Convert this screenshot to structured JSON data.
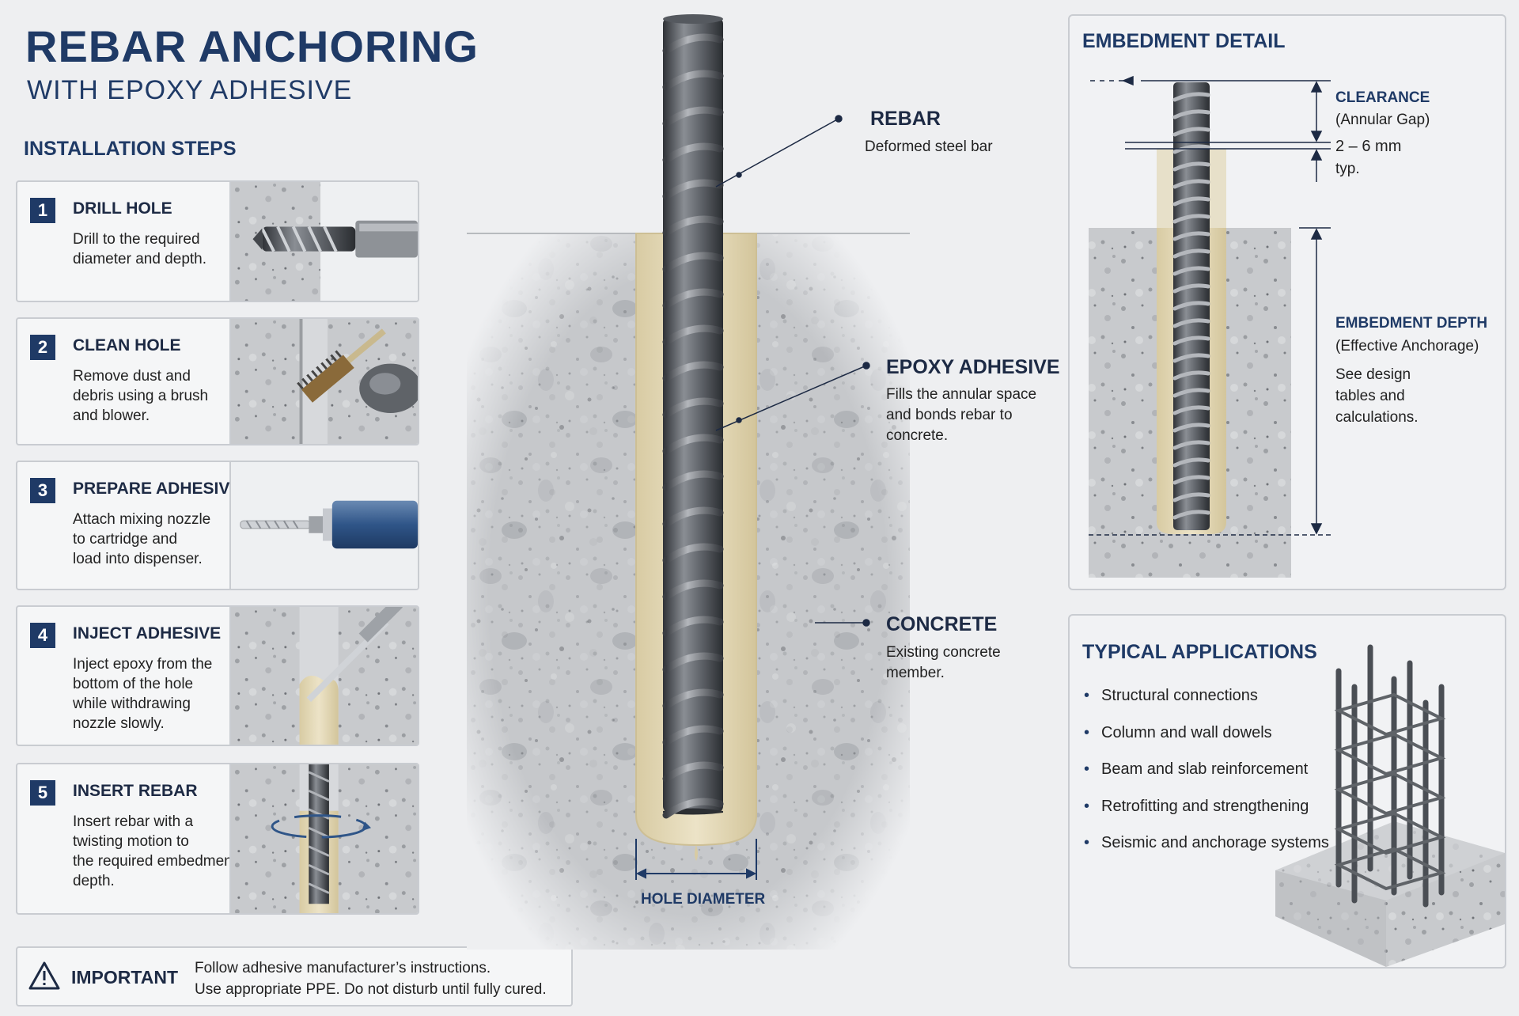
{
  "header": {
    "title": "REBAR ANCHORING",
    "subtitle": "WITH EPOXY ADHESIVE"
  },
  "steps_section": {
    "heading": "INSTALLATION STEPS",
    "steps": [
      {
        "number": "1",
        "title": "DRILL HOLE",
        "lines": [
          "Drill to the required",
          "diameter and depth."
        ]
      },
      {
        "number": "2",
        "title": "CLEAN HOLE",
        "lines": [
          "Remove dust and",
          "debris using a brush",
          "and blower."
        ]
      },
      {
        "number": "3",
        "title": "PREPARE ADHESIVE",
        "lines": [
          "Attach mixing nozzle",
          "to cartridge and",
          "load into dispenser."
        ]
      },
      {
        "number": "4",
        "title": "INJECT ADHESIVE",
        "lines": [
          "Inject epoxy from the",
          "bottom of the hole",
          "while withdrawing",
          "nozzle slowly."
        ]
      },
      {
        "number": "5",
        "title": "INSERT REBAR",
        "lines": [
          "Insert rebar with a",
          "twisting motion to",
          "the required embedment",
          "depth."
        ]
      }
    ]
  },
  "important": {
    "label": "IMPORTANT",
    "line1": "Follow adhesive manufacturer’s instructions.",
    "line2": "Use appropriate PPE. Do not disturb until fully cured."
  },
  "main_diagram": {
    "rebar": {
      "title": "REBAR",
      "desc": "Deformed steel bar"
    },
    "epoxy": {
      "title": "EPOXY ADHESIVE",
      "lines": [
        "Fills the annular space",
        "and bonds rebar to",
        "concrete."
      ]
    },
    "concrete": {
      "title": "CONCRETE",
      "lines": [
        "Existing concrete",
        "member."
      ]
    },
    "hole_label": "HOLE DIAMETER"
  },
  "embedment_detail": {
    "heading": "EMBEDMENT DETAIL",
    "clearance_title": "CLEARANCE",
    "clearance_sub": "(Annular Gap)",
    "clearance_value": "2 – 6 mm",
    "clearance_typ": "typ.",
    "depth_title": "EMBEDMENT DEPTH",
    "depth_sub": "(Effective Anchorage)",
    "depth_lines": [
      "See design",
      "tables and",
      "calculations."
    ]
  },
  "applications": {
    "heading": "TYPICAL APPLICATIONS",
    "items": [
      "Structural connections",
      "Column and wall dowels",
      "Beam and slab reinforcement",
      "Retrofitting and strengthening",
      "Seismic and anchorage systems"
    ]
  },
  "colors": {
    "navy": "#1f3a66",
    "epoxy": "#e6dcbd",
    "concrete": "#c9cbce",
    "steel": "#55595f"
  }
}
